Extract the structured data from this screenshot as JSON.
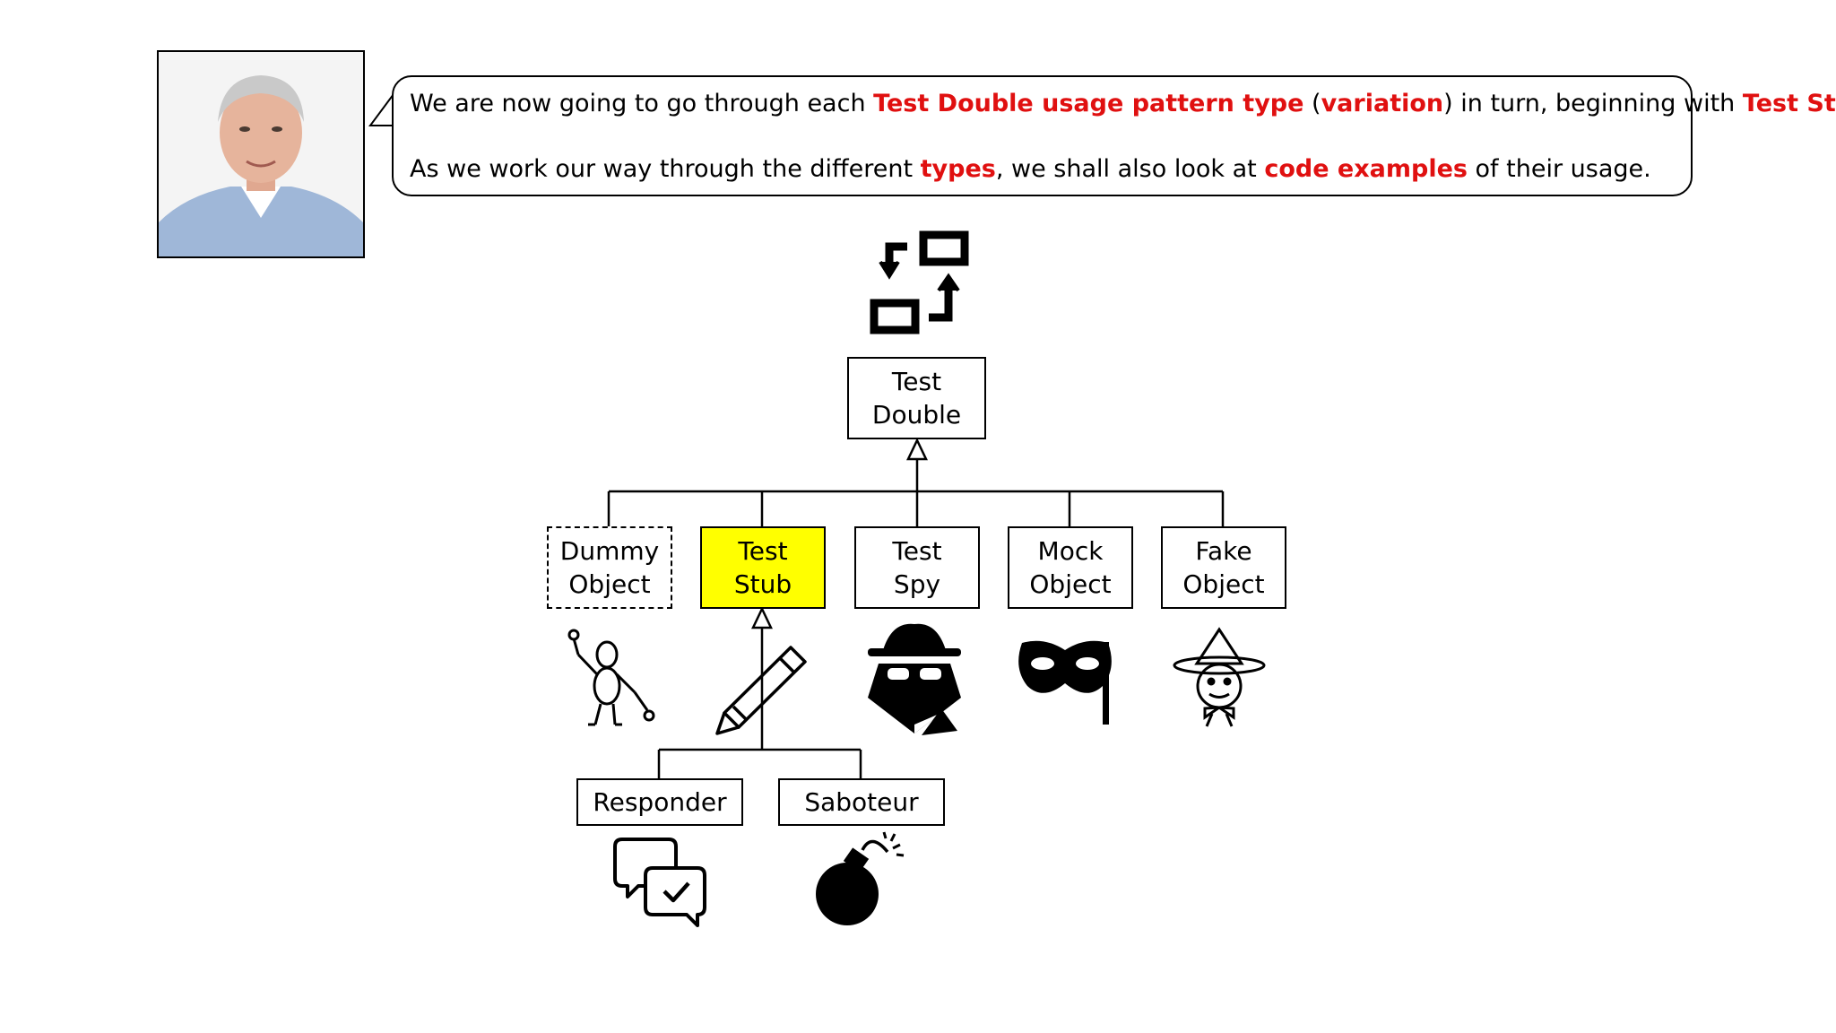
{
  "speech": {
    "line1": [
      {
        "text": "We are now going to go through each ",
        "hl": false
      },
      {
        "text": "Test Double usage pattern type",
        "hl": true
      },
      {
        "text": " (",
        "hl": false
      },
      {
        "text": "variation",
        "hl": true
      },
      {
        "text": ") in turn, beginning with ",
        "hl": false
      },
      {
        "text": "Test Stub",
        "hl": true
      },
      {
        "text": ".",
        "hl": false
      }
    ],
    "line2": [
      {
        "text": "As we work our way through the different ",
        "hl": false
      },
      {
        "text": "types",
        "hl": true
      },
      {
        "text": ", we shall also look at ",
        "hl": false
      },
      {
        "text": "code examples",
        "hl": true
      },
      {
        "text": " of their usage.",
        "hl": false
      }
    ]
  },
  "diagram": {
    "root": "Test\nDouble",
    "types": [
      "Dummy\nObject",
      "Test\nStub",
      "Test\nSpy",
      "Mock\nObject",
      "Fake\nObject"
    ],
    "stub_variations": [
      "Responder",
      "Saboteur"
    ]
  },
  "icons": {
    "root": "swap-icon",
    "types": [
      "mannequin-icon",
      "pencil-icon",
      "spy-icon",
      "mask-icon",
      "scarecrow-icon"
    ],
    "variations": [
      "chat-check-icon",
      "bomb-icon"
    ]
  },
  "colors": {
    "highlight": "#e01010",
    "selected_box": "#ffff00"
  }
}
